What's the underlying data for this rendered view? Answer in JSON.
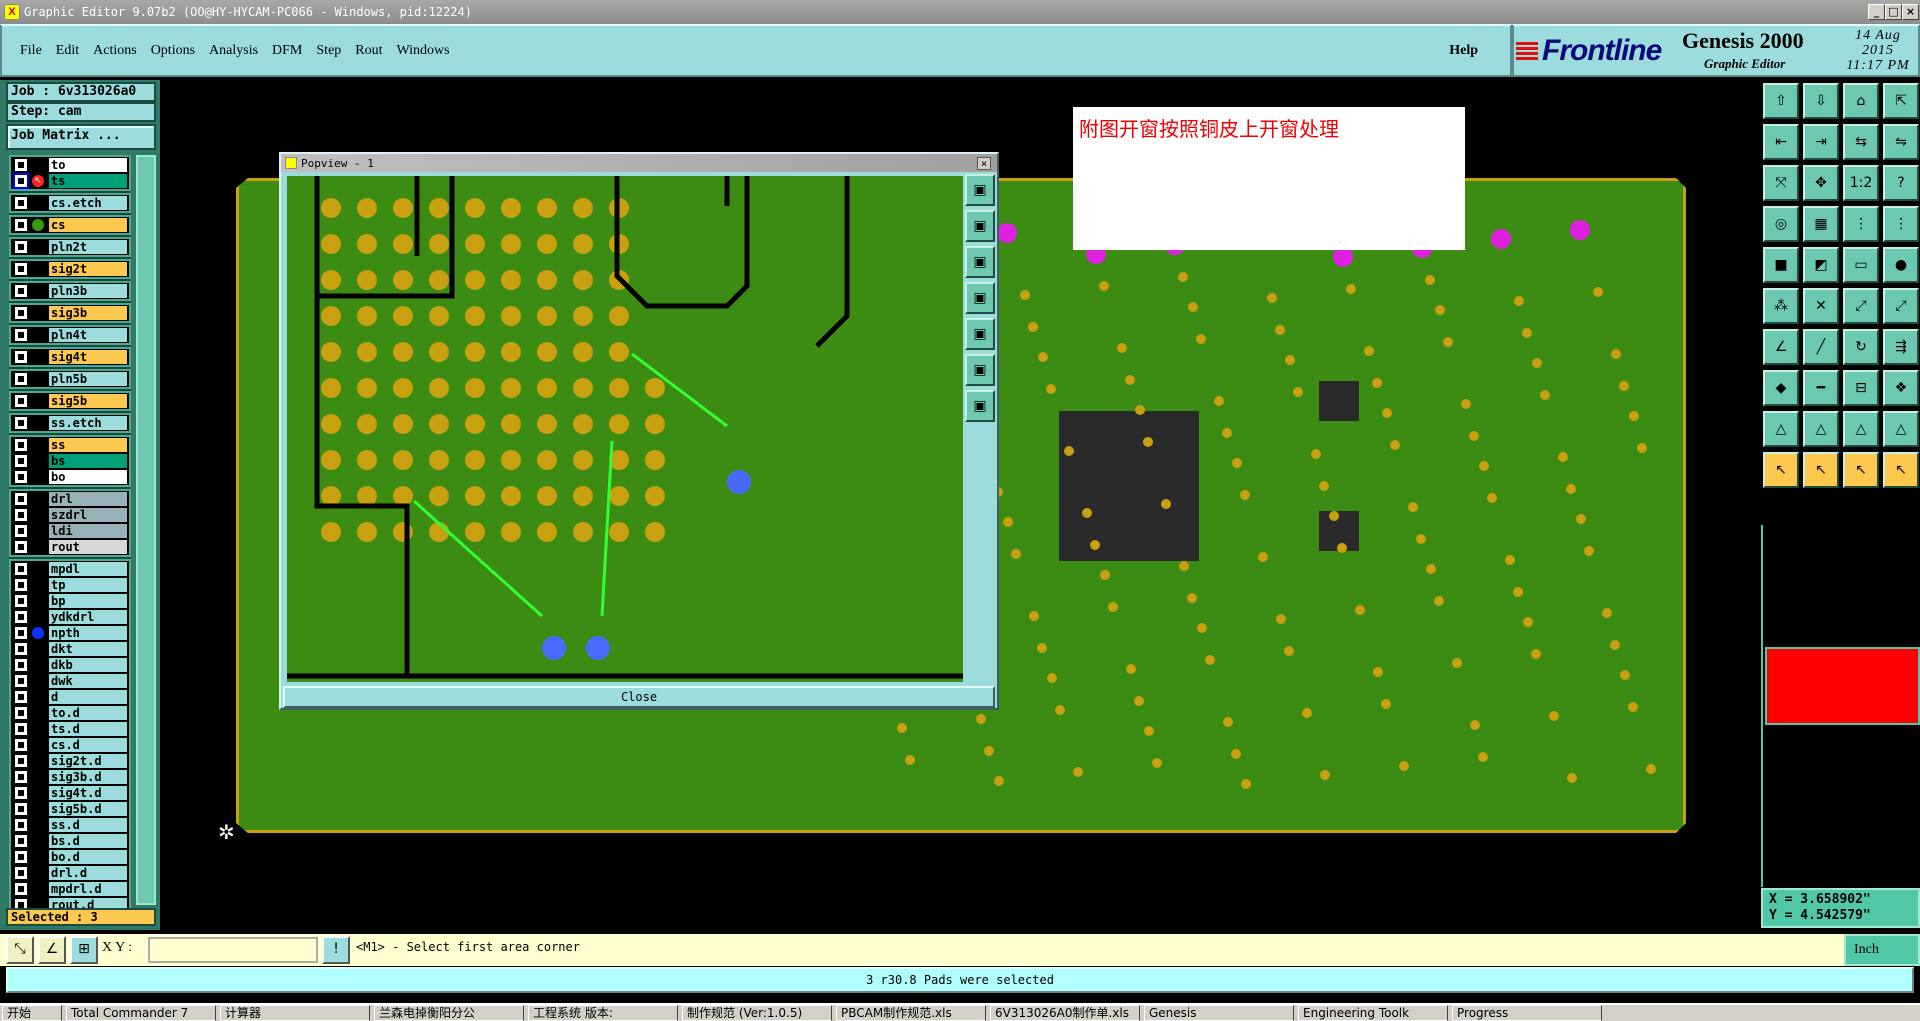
{
  "window": {
    "title": "Graphic Editor 9.07b2 (OO@HY-HYCAM-PC066 - Windows, pid:12224)",
    "minimize": "_",
    "maximize": "□",
    "close": "×"
  },
  "menu": [
    "File",
    "Edit",
    "Actions",
    "Options",
    "Analysis",
    "DFM",
    "Step",
    "Rout",
    "Windows"
  ],
  "help": "Help",
  "brand": {
    "logo": "Frontline",
    "product": "Genesis 2000",
    "subtitle": "Graphic Editor",
    "date": "14 Aug 2015",
    "time": "11:17 PM"
  },
  "job": {
    "job": "Job : 6v313026a0",
    "step": "Step: cam",
    "matrix_button": "Job Matrix ..."
  },
  "layer_groups": [
    [
      {
        "name": "to",
        "color": "#ffffff"
      },
      {
        "name": "ts",
        "color": "#00a078",
        "work": true
      }
    ],
    [
      {
        "name": "cs.etch",
        "color": "#9cdcdc"
      }
    ],
    [
      {
        "name": "cs",
        "color": "#fcc850",
        "marker": "green"
      }
    ],
    [
      {
        "name": "pln2t",
        "color": "#9cdcdc"
      }
    ],
    [
      {
        "name": "sig2t",
        "color": "#fcc850"
      }
    ],
    [
      {
        "name": "pln3b",
        "color": "#9cdcdc"
      }
    ],
    [
      {
        "name": "sig3b",
        "color": "#fcc850"
      }
    ],
    [
      {
        "name": "pln4t",
        "color": "#9cdcdc"
      }
    ],
    [
      {
        "name": "sig4t",
        "color": "#fcc850"
      }
    ],
    [
      {
        "name": "pln5b",
        "color": "#9cdcdc"
      }
    ],
    [
      {
        "name": "sig5b",
        "color": "#fcc850"
      }
    ],
    [
      {
        "name": "ss.etch",
        "color": "#9cdcdc"
      }
    ],
    [
      {
        "name": "ss",
        "color": "#fcc850"
      },
      {
        "name": "bs",
        "color": "#00a078"
      },
      {
        "name": "bo",
        "color": "#ffffff"
      }
    ],
    [
      {
        "name": "drl",
        "color": "#98b0b8"
      },
      {
        "name": "szdrl",
        "color": "#98b0b8"
      },
      {
        "name": "ldi",
        "color": "#98b0b8"
      },
      {
        "name": "rout",
        "color": "#d8d8d8"
      }
    ],
    [
      {
        "name": "mpdl",
        "color": "#9cdcdc"
      },
      {
        "name": "tp",
        "color": "#9cdcdc"
      },
      {
        "name": "bp",
        "color": "#9cdcdc"
      },
      {
        "name": "ydkdrl",
        "color": "#9cdcdc"
      },
      {
        "name": "npth",
        "color": "#9cdcdc",
        "marker": "blue"
      },
      {
        "name": "dkt",
        "color": "#9cdcdc"
      },
      {
        "name": "dkb",
        "color": "#9cdcdc"
      },
      {
        "name": "dwk",
        "color": "#9cdcdc"
      },
      {
        "name": "d",
        "color": "#9cdcdc"
      },
      {
        "name": "to.d",
        "color": "#9cdcdc"
      },
      {
        "name": "ts.d",
        "color": "#9cdcdc"
      },
      {
        "name": "cs.d",
        "color": "#9cdcdc"
      },
      {
        "name": "sig2t.d",
        "color": "#9cdcdc"
      },
      {
        "name": "sig3b.d",
        "color": "#9cdcdc"
      },
      {
        "name": "sig4t.d",
        "color": "#9cdcdc"
      },
      {
        "name": "sig5b.d",
        "color": "#9cdcdc"
      },
      {
        "name": "ss.d",
        "color": "#9cdcdc"
      },
      {
        "name": "bs.d",
        "color": "#9cdcdc"
      },
      {
        "name": "bo.d",
        "color": "#9cdcdc"
      },
      {
        "name": "drl.d",
        "color": "#9cdcdc"
      },
      {
        "name": "mpdrl.d",
        "color": "#9cdcdc"
      },
      {
        "name": "rout.d",
        "color": "#9cdcdc"
      }
    ]
  ],
  "selected": "Selected : 3",
  "note": "附图开窗按照铜皮上开窗处理",
  "popview": {
    "title": "Popview - 1",
    "close": "Close"
  },
  "coords": {
    "x": "X = 3.658902\"",
    "y": "Y = 4.542579\""
  },
  "command": {
    "xy_label": "X Y :",
    "xy_value": "",
    "prompt": "<M1> - Select first area corner",
    "units": "Inch"
  },
  "status": "3 r30.8 Pads were selected",
  "taskbar": [
    "开始",
    "Total Commander 7",
    "计算器",
    "兰森电掉衡阳分公",
    "工程系统  版本:",
    "制作规范 (Ver:1.0.5)",
    "PBCAM制作规范.xls",
    "6V313026A0制作单.xls",
    "Genesis",
    "Engineering Toolk",
    "Progress"
  ],
  "colors": {
    "panel": "#9cdcdc",
    "board": "#3c8c14",
    "pad": "#c8a010",
    "selected_pad": "#4a6aff"
  }
}
